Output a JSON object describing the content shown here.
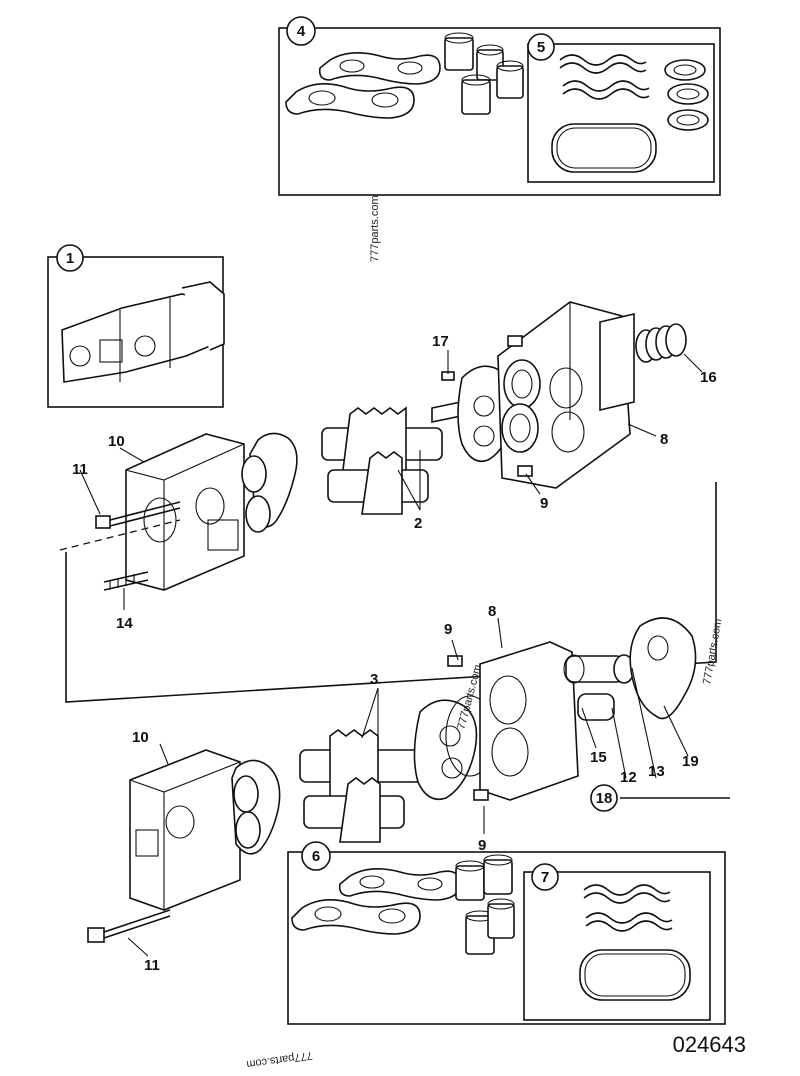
{
  "callouts": {
    "c1": "1",
    "c2": "2",
    "c3": "3",
    "c4": "4",
    "c5": "5",
    "c6": "6",
    "c7": "7",
    "c8a": "8",
    "c8b": "8",
    "c9a": "9",
    "c9b": "9",
    "c9c": "9",
    "c10a": "10",
    "c10b": "10",
    "c11a": "11",
    "c11b": "11",
    "c12": "12",
    "c13": "13",
    "c14": "14",
    "c15": "15",
    "c16": "16",
    "c17": "17",
    "c18": "18",
    "c19": "19"
  },
  "watermarks": {
    "w1": "777parts.com",
    "w2": "777parts.com",
    "w3": "777parts.com",
    "w4": "777parts.com"
  },
  "reference_number": "024643"
}
